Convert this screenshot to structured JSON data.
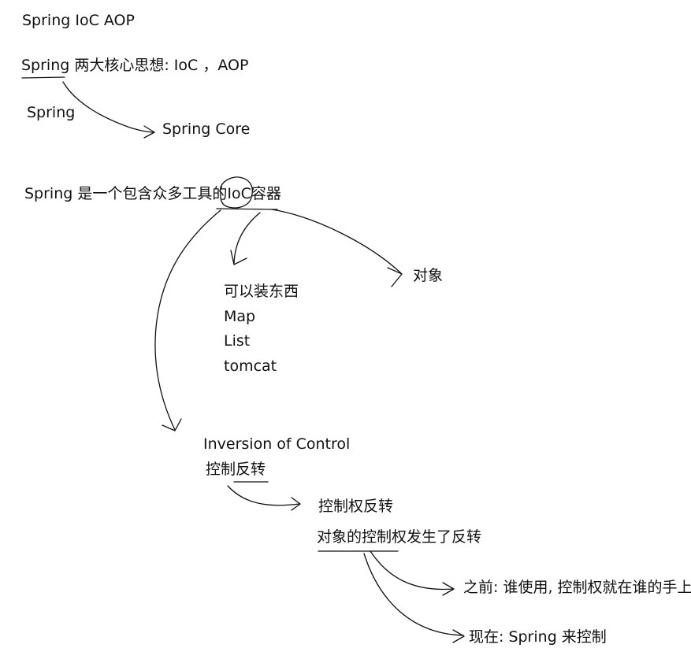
{
  "title": "Spring IoC  AOP",
  "core_ideas": "Spring 两大核心思想: IoC ，AOP",
  "spring_label": "Spring",
  "spring_core": "Spring Core",
  "container_definition": "Spring  是一个包含众多工具的IoC容器",
  "container_notes": {
    "can_hold": "可以装东西",
    "map": "Map",
    "list": "List",
    "tomcat": "tomcat"
  },
  "object_label": "对象",
  "inversion": {
    "english": "Inversion of Control",
    "chinese": "控制反转",
    "control_inverted": "控制权反转",
    "object_control_inverted": "对象的控制权发生了反转"
  },
  "before": "之前:  谁使用, 控制权就在谁的手上",
  "now": "现在: Spring 来控制"
}
